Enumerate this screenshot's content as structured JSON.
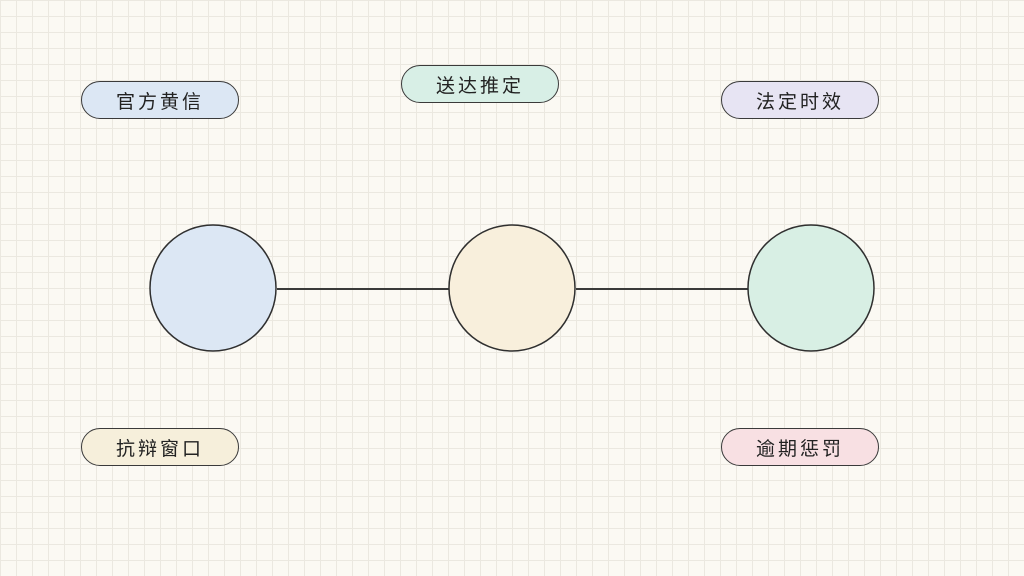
{
  "labels": {
    "official_letter": "官方黄信",
    "service_presumption": "送达推定",
    "statutory_limitation": "法定时效",
    "defense_window": "抗辩窗口",
    "overdue_penalty": "逾期惩罚"
  },
  "colors": {
    "official_letter": "#dce7f4",
    "service_presumption": "#d8efe6",
    "statutory_limitation": "#e7e4f3",
    "defense_window": "#f6efdb",
    "overdue_penalty": "#f8e0e3",
    "node_blue": "#dce7f4",
    "node_yellow": "#f8efdc",
    "node_green": "#d8efe4"
  }
}
